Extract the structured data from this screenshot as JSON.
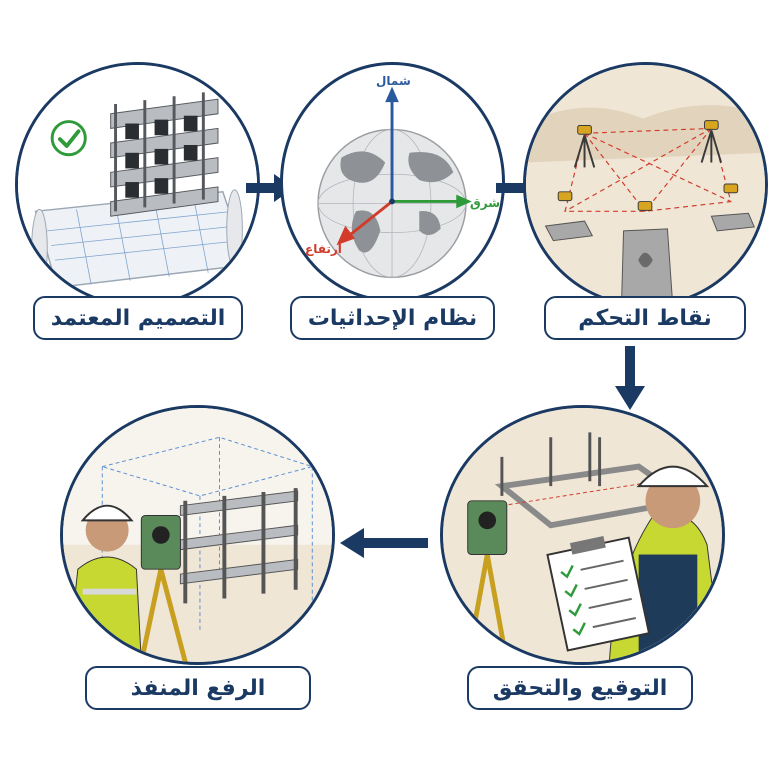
{
  "steps": [
    {
      "label": "التصميم المعتمد"
    },
    {
      "label": "نظام الإحداثيات"
    },
    {
      "label": "نقاط التحكم"
    },
    {
      "label": "التوقيع والتحقق"
    },
    {
      "label": "الرفع المنفذ"
    }
  ],
  "axes": {
    "north": "شمال",
    "east": "شرق",
    "up": "ارتفاع"
  },
  "colors": {
    "primary": "#1b3a63",
    "north": "#2a5a9e",
    "east": "#2e9a3a",
    "up": "#d23a2a",
    "check": "#2e9a3a"
  }
}
